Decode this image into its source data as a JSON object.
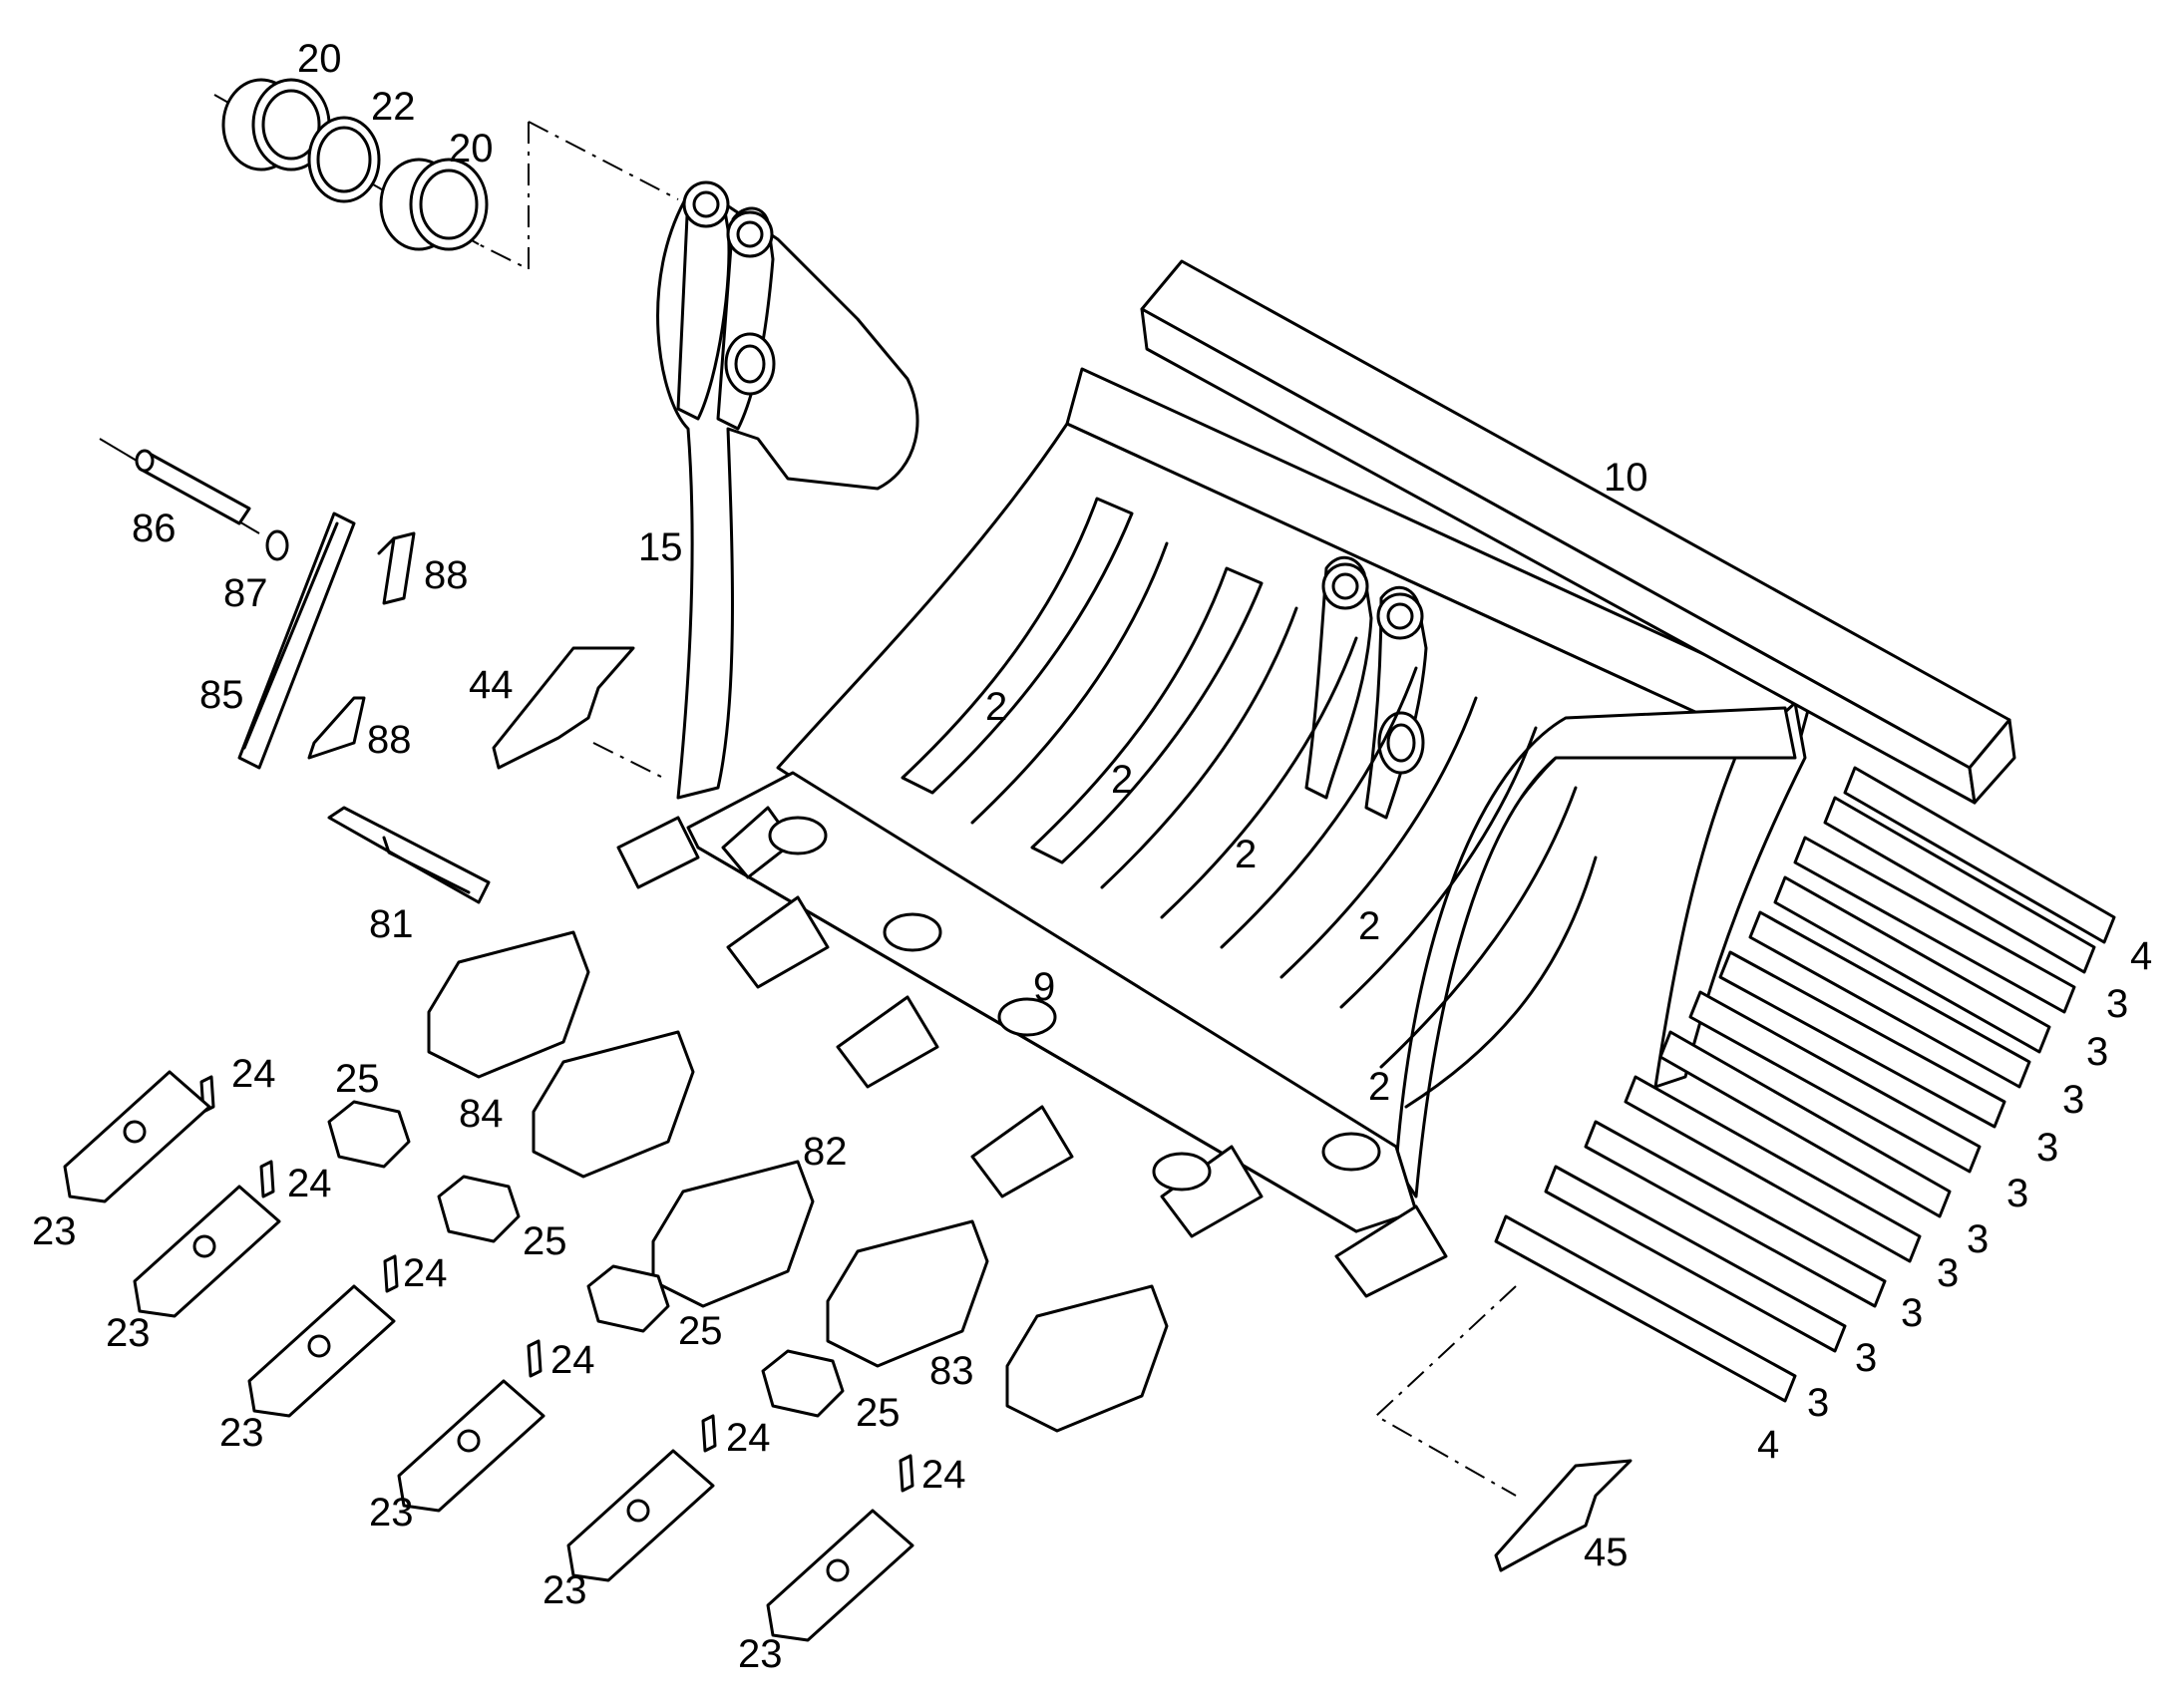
{
  "callouts": {
    "c20a": "20",
    "c22": "22",
    "c20b": "20",
    "c10": "10",
    "c15": "15",
    "c86": "86",
    "c87": "87",
    "c88a": "88",
    "c85": "85",
    "c88b": "88",
    "c44": "44",
    "c81": "81",
    "c2a": "2",
    "c2b": "2",
    "c2c": "2",
    "c2d": "2",
    "c2e": "2",
    "c9": "9",
    "c4a": "4",
    "c3a": "3",
    "c3b": "3",
    "c3c": "3",
    "c3d": "3",
    "c3e": "3",
    "c3f": "3",
    "c3g": "3",
    "c3h": "3",
    "c3i": "3",
    "c3j": "3",
    "c4b": "4",
    "c84": "84",
    "c82": "82",
    "c83": "83",
    "c45": "45",
    "c24a": "24",
    "c24b": "24",
    "c24c": "24",
    "c24d": "24",
    "c24e": "24",
    "c24f": "24",
    "c25a": "25",
    "c25b": "25",
    "c25c": "25",
    "c25d": "25",
    "c23a": "23",
    "c23b": "23",
    "c23c": "23",
    "c23d": "23",
    "c23e": "23",
    "c23f": "23"
  }
}
